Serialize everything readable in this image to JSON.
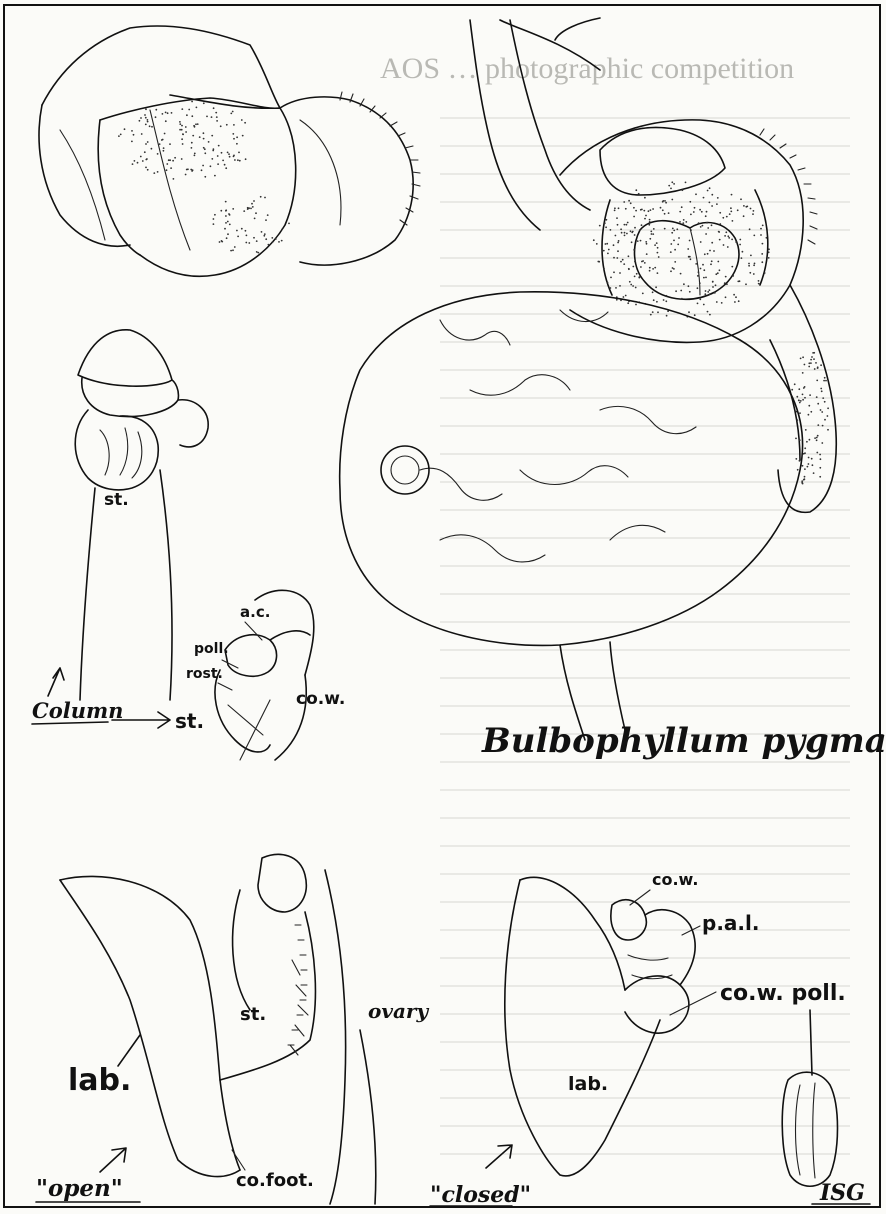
{
  "species_title": "Bulbophyllum pygmaeum.",
  "background_page": {
    "heading_fragment": "AOS … photographic competition"
  },
  "labels": {
    "st_top": "st.",
    "ac": "a.c.",
    "poll": "poll.",
    "rost": "rost.",
    "cow_left": "co.w.",
    "column": "Column",
    "st_arrow": "st.",
    "st_open": "st.",
    "ovary": "ovary",
    "lab_open": "lab.",
    "cofoot": "co.foot.",
    "open": "\"open\"",
    "cow_right": "co.w.",
    "pal": "p.a.l.",
    "cow_poll": "co.w. poll.",
    "lab_closed": "lab.",
    "closed": "\"closed\"",
    "signature": "ISG"
  },
  "colors": {
    "ink": "#111111",
    "paper": "#fbfbf8",
    "ghost_text": "#b9b9b4"
  }
}
